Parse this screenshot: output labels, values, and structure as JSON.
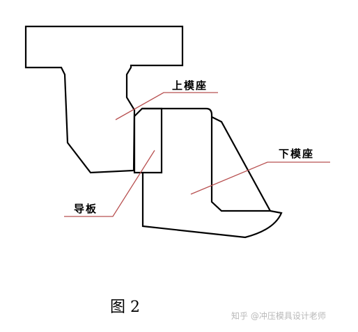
{
  "labels": {
    "upper_die_seat": "上模座",
    "lower_die_seat": "下模座",
    "guide_plate": "导板"
  },
  "caption": "图 2",
  "watermark": "知乎 @冲压模具设计老师",
  "colors": {
    "outline": "#000000",
    "leader": "#b85050",
    "watermark": "#b8b8b8"
  }
}
